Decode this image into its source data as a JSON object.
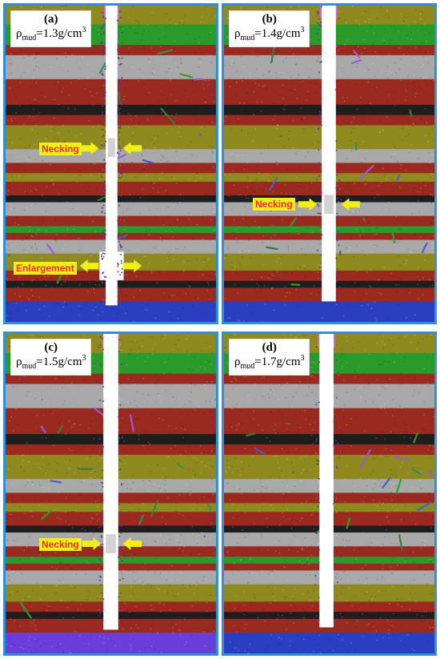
{
  "panels": [
    {
      "letter": "(a)",
      "rho_sym": "ρ",
      "rho_sub": "mud",
      "rho_val": "=1.3g/cm",
      "rho_sup": "3"
    },
    {
      "letter": "(b)",
      "rho_sym": "ρ",
      "rho_sub": "mud",
      "rho_val": "=1.4g/cm",
      "rho_sup": "3"
    },
    {
      "letter": "(c)",
      "rho_sym": "ρ",
      "rho_sub": "mud",
      "rho_val": "=1.5g/cm",
      "rho_sup": "3"
    },
    {
      "letter": "(d)",
      "rho_sym": "ρ",
      "rho_sub": "mud",
      "rho_val": "=1.7g/cm",
      "rho_sup": "3"
    }
  ],
  "callouts": {
    "a_necking": "Necking",
    "a_enlargement": "Enlargement",
    "b_necking": "Necking",
    "c_necking": "Necking"
  },
  "colors": {
    "frame": "#2f8fd8",
    "borehole": "#ffffff",
    "callout_bg": "#f2ee1a",
    "callout_text": "#ff2a2a",
    "layer_olive": "#8f8a1f",
    "layer_green": "#2a9a2a",
    "layer_red": "#9a2a20",
    "layer_gray": "#a8a8a8",
    "layer_black": "#1e1e1e",
    "layer_blue": "#2a3fc0",
    "layer_purple": "#6a3fd8"
  }
}
